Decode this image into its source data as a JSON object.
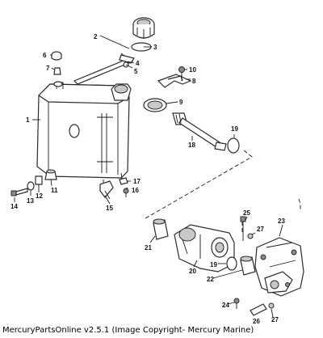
{
  "callouts": {
    "c1": "1",
    "c2": "2",
    "c3": "3",
    "c4": "4",
    "c5": "5",
    "c6": "6",
    "c7": "7",
    "c8": "8",
    "c9": "9",
    "c10": "10",
    "c11": "11",
    "c12": "12",
    "c13": "13",
    "c14": "14",
    "c15": "15",
    "c16": "16",
    "c17": "17",
    "c18": "18",
    "c19a": "19",
    "c19b": "19",
    "c20": "20",
    "c21": "21",
    "c22": "22",
    "c23": "23",
    "c24": "24",
    "c25": "25",
    "c26": "26",
    "c27a": "27",
    "c27b": "27"
  },
  "caption": "MercuryPartsOnline v2.5.1 (Image Copyright- Mercury Marine)"
}
